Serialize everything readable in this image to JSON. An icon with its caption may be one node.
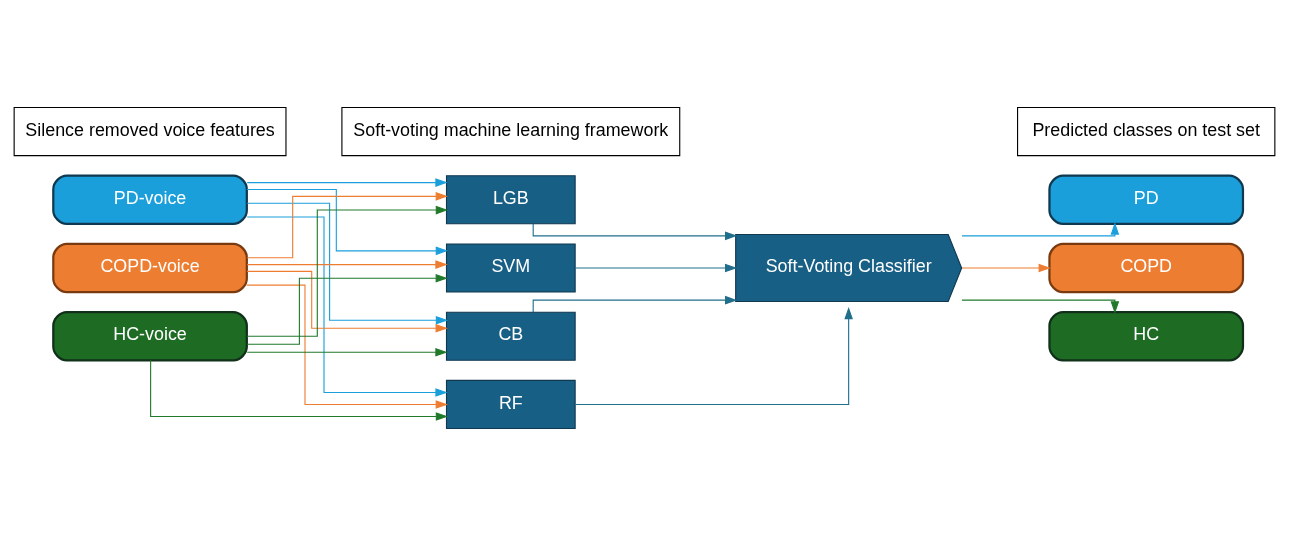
{
  "diagram": {
    "nodes": [
      {
        "text": [
          "Silence removed voice features"
        ]
      },
      {
        "text": [
          "Soft-voting machine learning framework"
        ]
      },
      {
        "text": [
          "Predicted classes on test set"
        ]
      },
      {
        "text": [
          "PD-voice"
        ]
      },
      {
        "text": [
          "COPD-voice"
        ]
      },
      {
        "text": [
          "HC-voice"
        ]
      },
      {
        "text": [
          "LGB"
        ]
      },
      {
        "text": [
          "SVM"
        ]
      },
      {
        "text": [
          "CB"
        ]
      },
      {
        "text": [
          "RF"
        ]
      },
      {
        "text": [
          "Soft-Voting Classifier"
        ]
      },
      {
        "text": [
          "PD"
        ]
      },
      {
        "text": [
          "COPD"
        ]
      },
      {
        "text": [
          "HC"
        ]
      }
    ],
    "edges": [
      {
        "from": 3,
        "to": 6,
        "arrow": "to",
        "color": "#1a9fdb"
      },
      {
        "from": 4,
        "to": 6,
        "arrow": "to",
        "color": "#ed7d31"
      },
      {
        "from": 5,
        "to": 6,
        "arrow": "to",
        "color": "#217a2b"
      },
      {
        "from": 3,
        "to": 7,
        "arrow": "to",
        "color": "#1a9fdb"
      },
      {
        "from": 4,
        "to": 7,
        "arrow": "to",
        "color": "#ed7d31"
      },
      {
        "from": 5,
        "to": 7,
        "arrow": "to",
        "color": "#217a2b"
      },
      {
        "from": 3,
        "to": 8,
        "arrow": "to",
        "color": "#1a9fdb"
      },
      {
        "from": 4,
        "to": 8,
        "arrow": "to",
        "color": "#ed7d31"
      },
      {
        "from": 5,
        "to": 8,
        "arrow": "to",
        "color": "#217a2b"
      },
      {
        "from": 3,
        "to": 9,
        "arrow": "to",
        "color": "#1a9fdb"
      },
      {
        "from": 4,
        "to": 9,
        "arrow": "to",
        "color": "#ed7d31"
      },
      {
        "from": 5,
        "to": 9,
        "arrow": "to",
        "color": "#217a2b"
      },
      {
        "from": 6,
        "to": 10,
        "arrow": "to",
        "color": "#1f6e8c"
      },
      {
        "from": 7,
        "to": 10,
        "arrow": "to",
        "color": "#1f6e8c"
      },
      {
        "from": 8,
        "to": 10,
        "arrow": "to",
        "color": "#1f6e8c"
      },
      {
        "from": 9,
        "to": 10,
        "arrow": "to",
        "color": "#1f6e8c"
      },
      {
        "from": 10,
        "to": 11,
        "arrow": "to",
        "color": "#1a9fdb"
      },
      {
        "from": 10,
        "to": 12,
        "arrow": "to",
        "color": "#ed7d31"
      },
      {
        "from": 10,
        "to": 13,
        "arrow": "to",
        "color": "#217a2b"
      }
    ]
  }
}
